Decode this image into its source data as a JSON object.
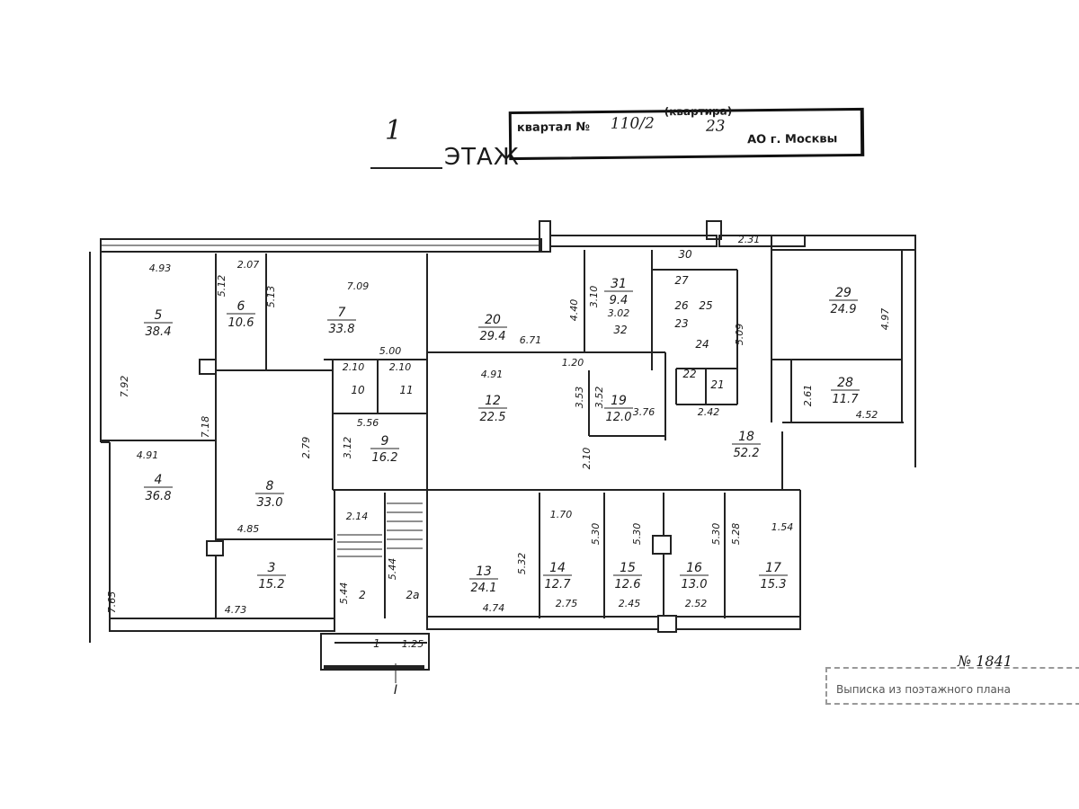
{
  "header": {
    "floor_number": "1",
    "floor_word": "ЭТАЖ"
  },
  "stamp": {
    "label": "квартал №",
    "quarter": "110/2",
    "district_num": "23",
    "suffix": "АО г. Москвы",
    "top_fragment": "(квартира)"
  },
  "corner": {
    "number": "№ 1841",
    "stamp_text": "Выписка из поэтажного плана"
  },
  "section_mark": "I",
  "rooms": [
    {
      "id": "5",
      "num": "5",
      "area": "38.4"
    },
    {
      "id": "6",
      "num": "6",
      "area": "10.6"
    },
    {
      "id": "7",
      "num": "7",
      "area": "33.8"
    },
    {
      "id": "20",
      "num": "20",
      "area": "29.4"
    },
    {
      "id": "31",
      "num": "31",
      "area": "9.4"
    },
    {
      "id": "29",
      "num": "29",
      "area": "24.9"
    },
    {
      "id": "28",
      "num": "28",
      "area": "11.7"
    },
    {
      "id": "12",
      "num": "12",
      "area": "22.5"
    },
    {
      "id": "19",
      "num": "19",
      "area": "12.0"
    },
    {
      "id": "9",
      "num": "9",
      "area": "16.2"
    },
    {
      "id": "4",
      "num": "4",
      "area": "36.8"
    },
    {
      "id": "8",
      "num": "8",
      "area": "33.0"
    },
    {
      "id": "18",
      "num": "18",
      "area": "52.2"
    },
    {
      "id": "3",
      "num": "3",
      "area": "15.2"
    },
    {
      "id": "13",
      "num": "13",
      "area": "24.1"
    },
    {
      "id": "14",
      "num": "14",
      "area": "12.7"
    },
    {
      "id": "15",
      "num": "15",
      "area": "12.6"
    },
    {
      "id": "16",
      "num": "16",
      "area": "13.0"
    },
    {
      "id": "17",
      "num": "17",
      "area": "15.3"
    }
  ],
  "small_labels": [
    "10",
    "11",
    "2",
    "2а",
    "1",
    "30",
    "27",
    "26",
    "25",
    "23",
    "24",
    "22",
    "21",
    "32"
  ],
  "dimensions": [
    "4.93",
    "2.07",
    "5.12",
    "5.13",
    "7.09",
    "7.92",
    "5.00",
    "2.10",
    "2.10",
    "7.18",
    "5.56",
    "3.12",
    "2.79",
    "4.91",
    "4.85",
    "7.65",
    "4.73",
    "2.14",
    "5.44",
    "5.44",
    "1.25",
    "4.40",
    "3.10",
    "6.71",
    "3.02",
    "4.91",
    "1.20",
    "3.53",
    "3.52",
    "3.76",
    "2.10",
    "2.42",
    "5.09",
    "2.31",
    "4.97",
    "2.61",
    "4.52",
    "1.70",
    "5.30",
    "5.32",
    "4.74",
    "2.75",
    "5.30",
    "2.45",
    "5.30",
    "2.52",
    "5.28",
    "1.54"
  ]
}
